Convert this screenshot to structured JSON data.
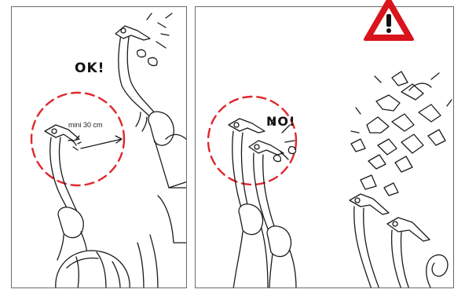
{
  "panels": {
    "left": {
      "verdict": "OK!",
      "distance_label": "mini 30 cm"
    },
    "right": {
      "verdict": "NO!"
    }
  },
  "colors": {
    "warning_red": "#d8141c",
    "circle_red": "#e0262b",
    "line": "#1a1a1a"
  },
  "icons": {
    "warning": "warning-triangle-icon"
  }
}
